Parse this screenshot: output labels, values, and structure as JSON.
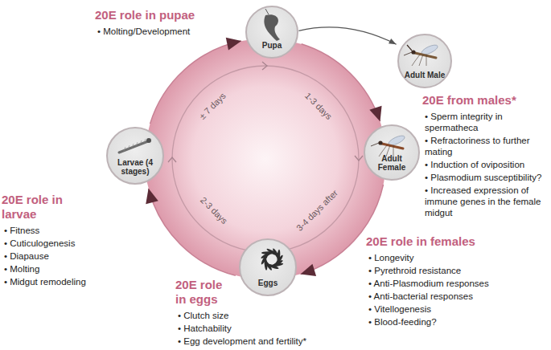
{
  "diagram": {
    "nodes": [
      {
        "text": [
          "± 7 days",
          "1-3 days",
          "3-4 days after",
          "2-3 days"
        ]
      },
      {
        "text": [
          "Pupa"
        ]
      },
      {
        "text": [
          "Adult Male"
        ]
      },
      {
        "text": [
          "Adult Female"
        ]
      },
      {
        "text": [
          "Eggs"
        ]
      },
      {
        "text": [
          "Larvae (4 stages)"
        ]
      }
    ],
    "edges": [
      {
        "from": 5,
        "to": 1,
        "arrow": "to"
      },
      {
        "from": 1,
        "to": 3,
        "arrow": "to"
      },
      {
        "from": 3,
        "to": 4,
        "arrow": "to"
      },
      {
        "from": 4,
        "to": 5,
        "arrow": "to"
      },
      {
        "from": 1,
        "to": 2,
        "arrow": "to"
      }
    ],
    "labels": [
      "20E role in pupae",
      "• Molting/Development",
      "20E from males*",
      "• Sperm integrity in spermatheca",
      "• Refractoriness to further mating",
      "• Induction of oviposition",
      "• Plasmodium susceptibility?",
      "• Increased expression of immune genes in the female midgut",
      "20E role in larvae",
      "• Fitness",
      "• Cuticulogenesis",
      "• Diapause",
      "• Molting",
      "• Midgut remodeling",
      "20E role in eggs",
      "• Clutch size",
      "• Hatchability",
      "• Egg development and fertility*",
      "20E role in females",
      "• Longevity",
      "• Pyrethroid resistance",
      "• Anti-Plasmodium responses",
      "• Anti-bacterial responses",
      "• Vitellogenesis",
      "• Blood-feeding?"
    ]
  }
}
